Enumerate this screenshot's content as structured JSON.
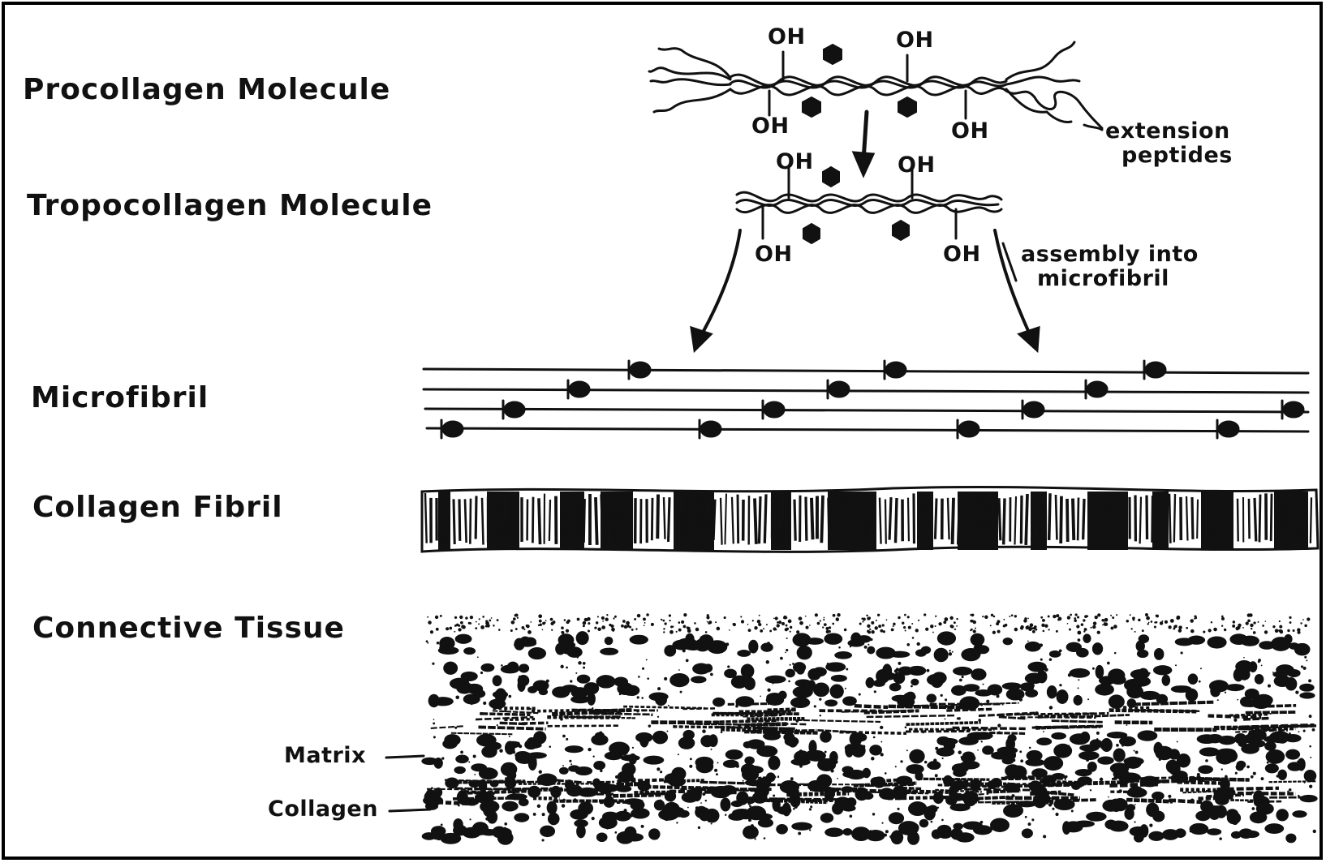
{
  "labels": {
    "procollagen": "Procollagen Molecule",
    "tropocollagen": "Tropocollagen Molecule",
    "microfibril": "Microfibril",
    "collagen_fibril": "Collagen Fibril",
    "connective_tissue": "Connective Tissue",
    "matrix": "Matrix",
    "collagen": "Collagen",
    "extension_line1": "extension",
    "extension_line2": "peptides",
    "assembly_line1": "assembly into",
    "assembly_line2": "microfibril",
    "oh": "OH"
  },
  "colors": {
    "ink": "#111111",
    "background": "#ffffff"
  }
}
